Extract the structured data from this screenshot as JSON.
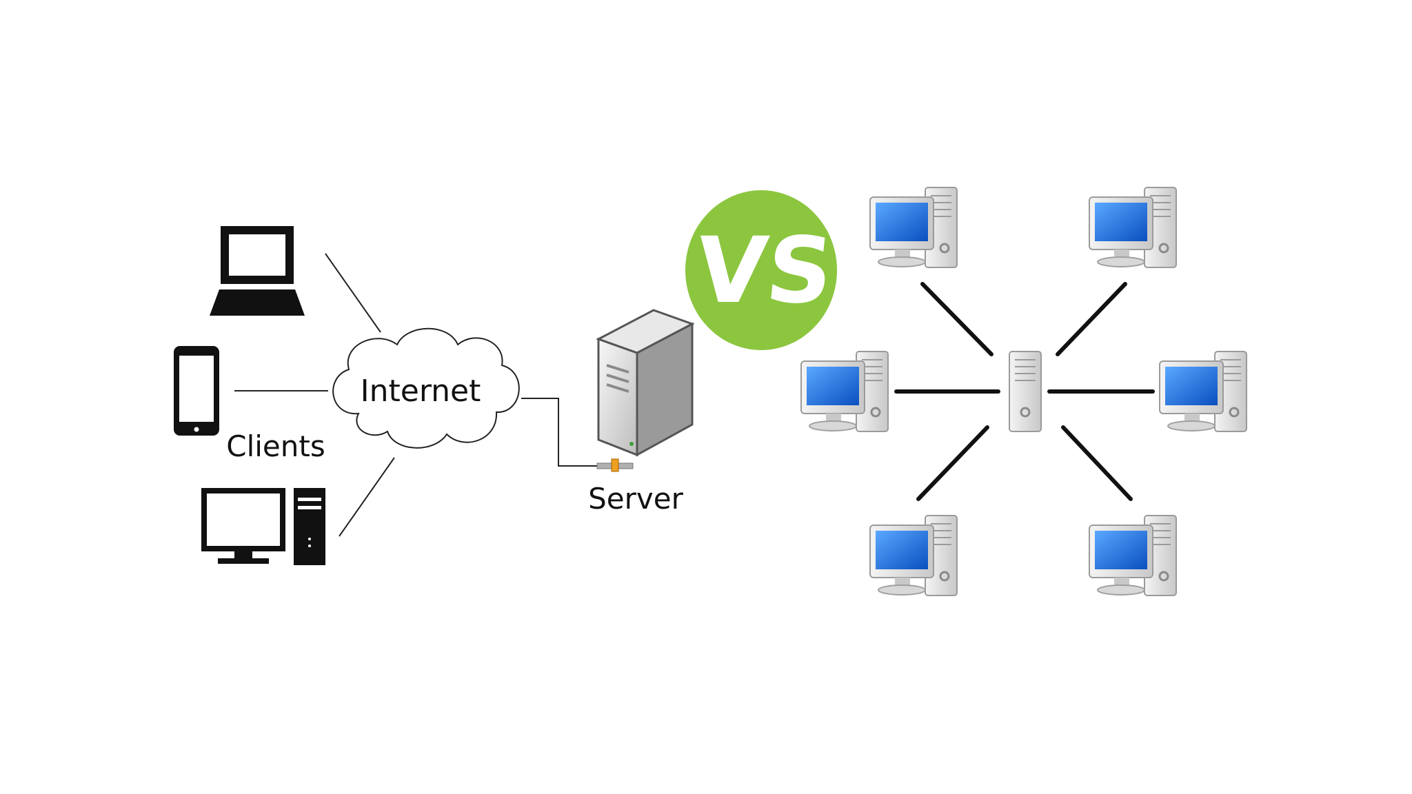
{
  "labels": {
    "internet": "Internet",
    "clients": "Clients",
    "server": "Server",
    "vs": "VS"
  },
  "colors": {
    "vs_circle": "#8CC63F",
    "screen_blue": "#1E6FD9",
    "device_black": "#111111",
    "line": "#222222"
  },
  "icons": {
    "laptop": "laptop-icon",
    "phone": "smartphone-icon",
    "desktop": "desktop-computer-icon",
    "cloud": "cloud-icon",
    "server": "server-tower-icon",
    "peer": "workstation-icon",
    "hub": "central-node-icon"
  }
}
